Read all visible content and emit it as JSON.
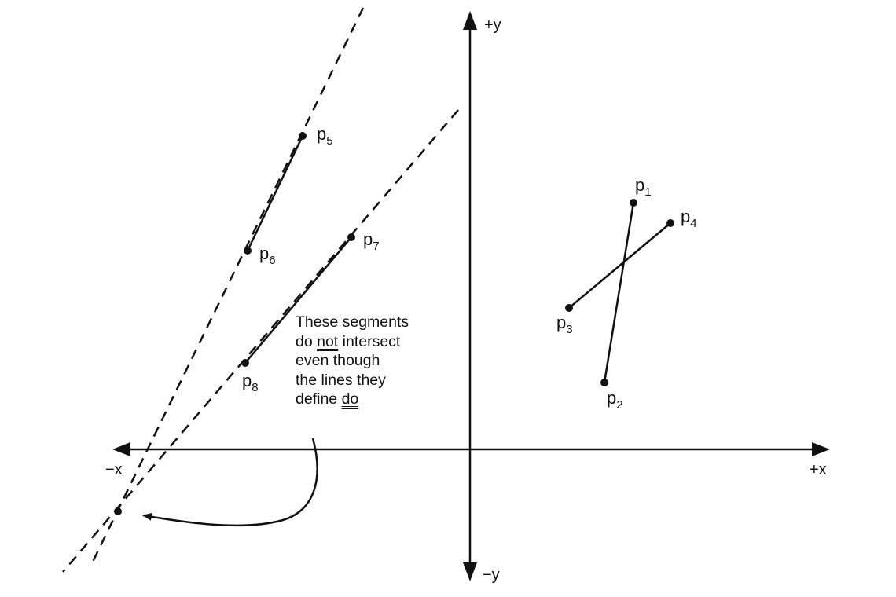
{
  "axes": {
    "pos_y": "+y",
    "neg_y": "−y",
    "pos_x": "+x",
    "neg_x": "−x"
  },
  "points": {
    "p1": {
      "base": "p",
      "sub": "1"
    },
    "p2": {
      "base": "p",
      "sub": "2"
    },
    "p3": {
      "base": "p",
      "sub": "3"
    },
    "p4": {
      "base": "p",
      "sub": "4"
    },
    "p5": {
      "base": "p",
      "sub": "5"
    },
    "p6": {
      "base": "p",
      "sub": "6"
    },
    "p7": {
      "base": "p",
      "sub": "7"
    },
    "p8": {
      "base": "p",
      "sub": "8"
    }
  },
  "annotation": {
    "line1": "These segments",
    "line2_a": "do ",
    "line2_u": "not",
    "line2_b": " intersect",
    "line3": "even though",
    "line4": "the lines they",
    "line5_a": "define ",
    "line5_u": "do"
  },
  "colors": {
    "ink": "#111111"
  }
}
